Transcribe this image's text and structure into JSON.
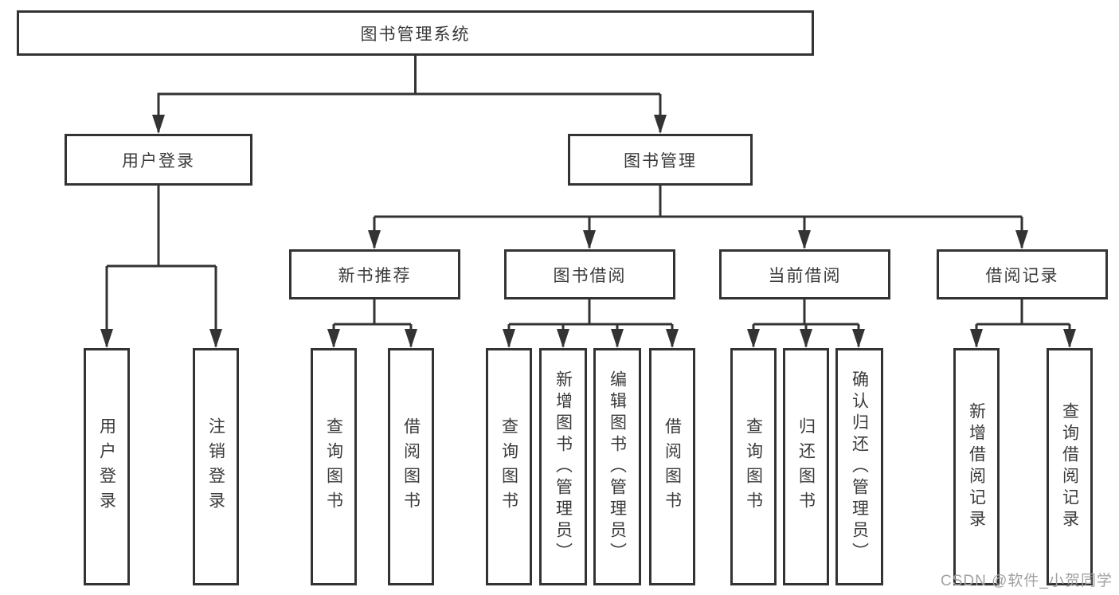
{
  "root": {
    "label": "图书管理系统"
  },
  "level2": [
    {
      "label": "用户登录"
    },
    {
      "label": "图书管理"
    }
  ],
  "level3": [
    {
      "label": "新书推荐"
    },
    {
      "label": "图书借阅"
    },
    {
      "label": "当前借阅"
    },
    {
      "label": "借阅记录"
    }
  ],
  "leaves": [
    {
      "label": "用户登录"
    },
    {
      "label": "注销登录"
    },
    {
      "label": "查询图书"
    },
    {
      "label": "借阅图书"
    },
    {
      "label": "查询图书"
    },
    {
      "label": "新增图书（管理员）"
    },
    {
      "label": "编辑图书（管理员）"
    },
    {
      "label": "借阅图书"
    },
    {
      "label": "查询图书"
    },
    {
      "label": "归还图书"
    },
    {
      "label": "确认归还（管理员）"
    },
    {
      "label": "新增借阅记录"
    },
    {
      "label": "查询借阅记录"
    }
  ],
  "watermark": "CSDN @软件_小贺同学",
  "colors": {
    "line": "#333333",
    "text": "#3a3a3a",
    "watermark": "#a2a2a2",
    "background": "#ffffff"
  }
}
